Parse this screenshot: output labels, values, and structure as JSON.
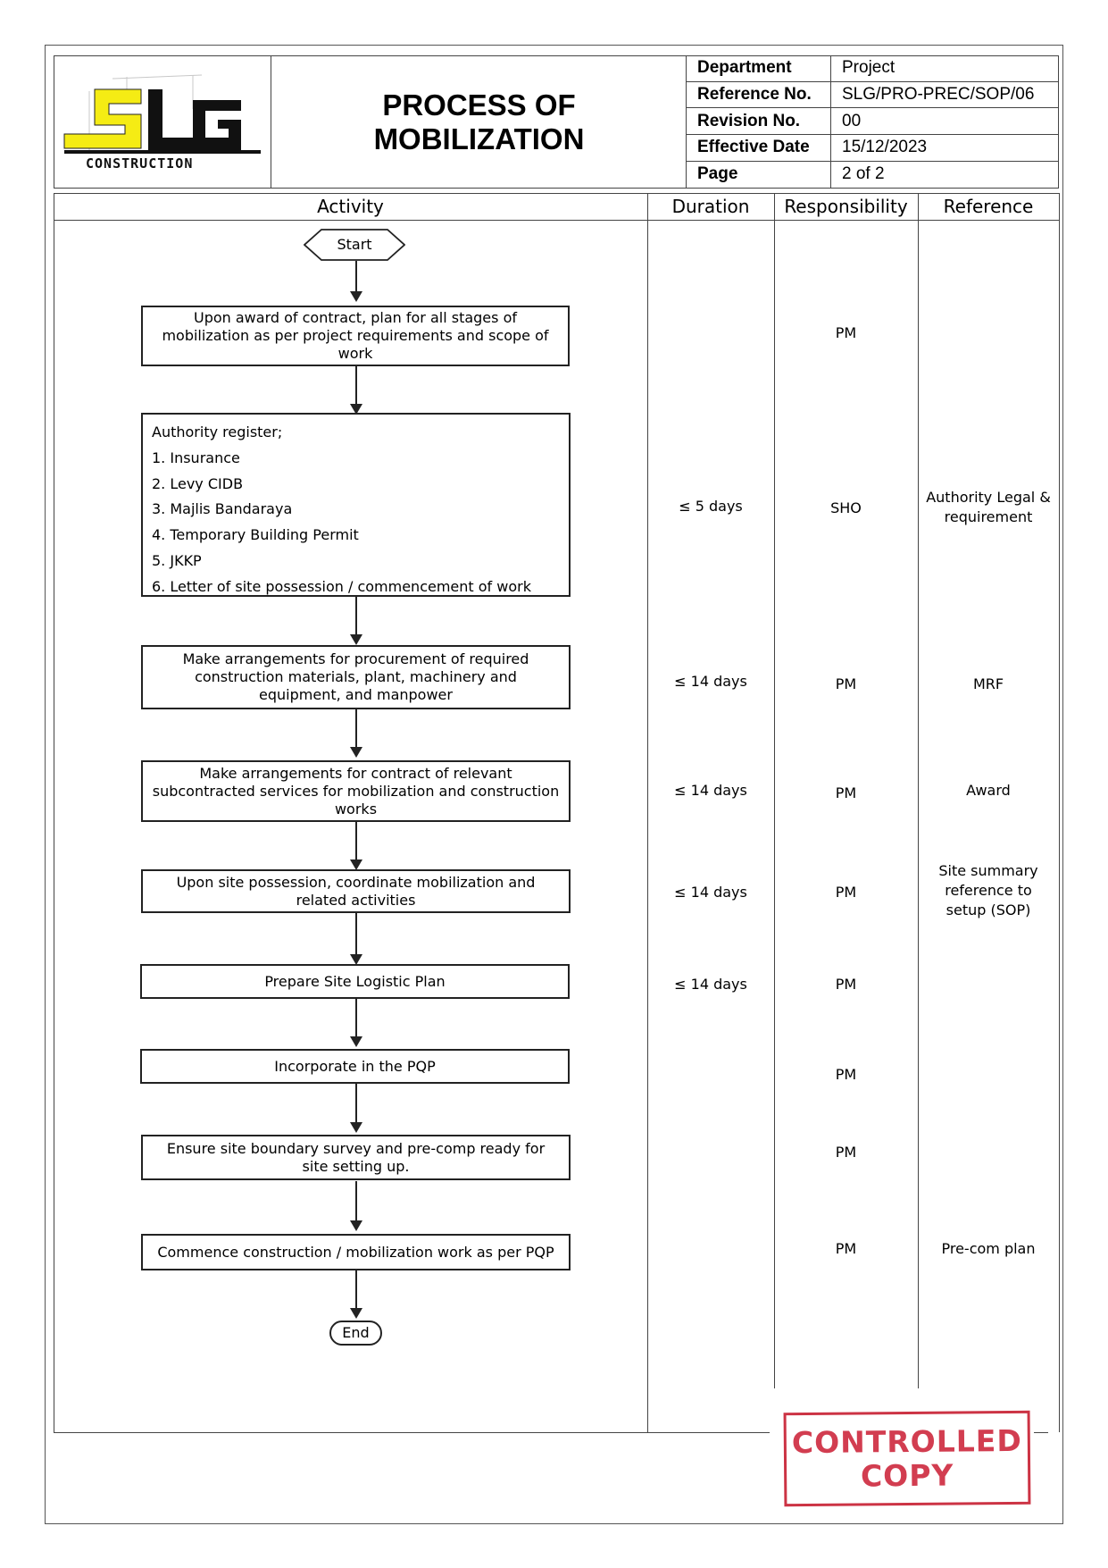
{
  "header": {
    "logo_text": "SLG",
    "logo_subtext": "CONSTRUCTION",
    "title_line1": "PROCESS OF",
    "title_line2": "MOBILIZATION",
    "meta": [
      {
        "label": "Department",
        "value": "Project"
      },
      {
        "label": "Reference No.",
        "value": "SLG/PRO-PREC/SOP/06"
      },
      {
        "label": "Revision No.",
        "value": "00"
      },
      {
        "label": "Effective Date",
        "value": "15/12/2023"
      },
      {
        "label": "Page",
        "value": "2 of 2"
      }
    ]
  },
  "columns": {
    "activity": "Activity",
    "duration": "Duration",
    "responsibility": "Responsibility",
    "reference": "Reference"
  },
  "flow": {
    "start": "Start",
    "end": "End",
    "step1": "Upon award of contract, plan for all stages of mobilization as per project requirements and scope of work",
    "step2_items": [
      "Authority register;",
      "1. Insurance",
      "2. Levy CIDB",
      "3. Majlis Bandaraya",
      "4. Temporary Building Permit",
      "5. JKKP",
      "6. Letter of site possession / commencement of work"
    ],
    "step3": "Make arrangements for procurement of required construction materials, plant, machinery and equipment, and manpower",
    "step4": "Make arrangements for contract of relevant subcontracted services for mobilization and construction works",
    "step5": "Upon site possession, coordinate mobilization and related activities",
    "step6": "Prepare Site Logistic Plan",
    "step7": "Incorporate in the PQP",
    "step8": "Ensure site boundary survey and pre-comp ready for site setting up.",
    "step9": "Commence construction / mobilization work as per PQP"
  },
  "rows": {
    "r1": {
      "duration": "",
      "responsibility": "PM",
      "reference": ""
    },
    "r2": {
      "duration": "≤ 5 days",
      "responsibility": "SHO",
      "reference": "Authority Legal & requirement"
    },
    "r3": {
      "duration": "≤ 14 days",
      "responsibility": "PM",
      "reference": "MRF"
    },
    "r4": {
      "duration": "≤ 14 days",
      "responsibility": "PM",
      "reference": "Award"
    },
    "r5": {
      "duration": "≤ 14 days",
      "responsibility": "PM",
      "reference": "Site summary reference to setup (SOP)"
    },
    "r6": {
      "duration": "≤ 14 days",
      "responsibility": "PM",
      "reference": ""
    },
    "r7": {
      "duration": "",
      "responsibility": "PM",
      "reference": ""
    },
    "r8": {
      "duration": "",
      "responsibility": "PM",
      "reference": ""
    },
    "r9": {
      "duration": "",
      "responsibility": "PM",
      "reference": "Pre-com plan"
    }
  },
  "stamp": {
    "line1": "CONTROLLED",
    "line2": "COPY"
  },
  "colors": {
    "logo_yellow": "#f5ec14",
    "stamp_red": "#d23d50"
  }
}
